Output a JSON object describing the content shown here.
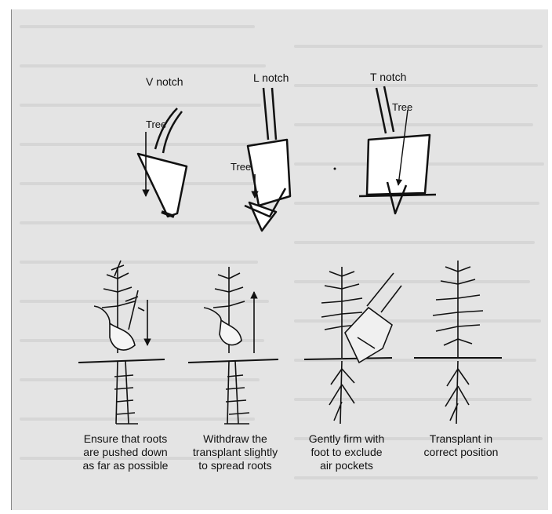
{
  "notches": {
    "v": "V notch",
    "l": "L notch",
    "t": "T notch"
  },
  "tree_labels": {
    "v": "Tree",
    "l": "Tree",
    "t": "Tree"
  },
  "steps": [
    {
      "caption": "Ensure that roots\nare pushed down\nas far as possible"
    },
    {
      "caption": "Withdraw the\ntransplant slightly\nto spread roots"
    },
    {
      "caption": "Gently firm with\nfoot to exclude\nair pockets"
    },
    {
      "caption": "Transplant in\ncorrect position"
    }
  ]
}
